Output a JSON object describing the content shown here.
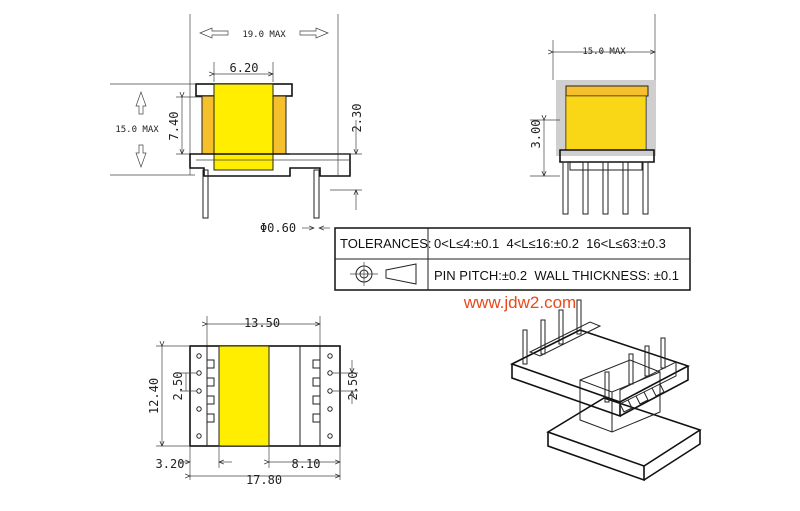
{
  "colors": {
    "core_yellow": "#ffee00",
    "coil_orange": "#f6c02c",
    "watermark": "#e8491d",
    "line": "#222222"
  },
  "front_view": {
    "width_max": "19.0 MAX",
    "height_max": "15.0 MAX",
    "core_width": "6.20",
    "coil_height": "7.40",
    "base_height": "2.30",
    "pin_diameter": "Φ0.60"
  },
  "side_view": {
    "width_max": "15.0 MAX",
    "height": "3.00"
  },
  "tolerances": {
    "title": "TOLERANCES:",
    "ranges": "0<L≤4:±0.1  4<L≤16:±0.2  16<L≤63:±0.3",
    "pitch_wall": "PIN PITCH:±0.2  WALL THICKNESS: ±0.1"
  },
  "watermark": "www.jdw2.com",
  "bottom_view": {
    "top_width": "13.50",
    "height": "12.40",
    "left_pitch": "2.50",
    "right_pitch": "2.50",
    "left_offset": "3.20",
    "right_offset": "8.10",
    "overall_width": "17.80"
  }
}
